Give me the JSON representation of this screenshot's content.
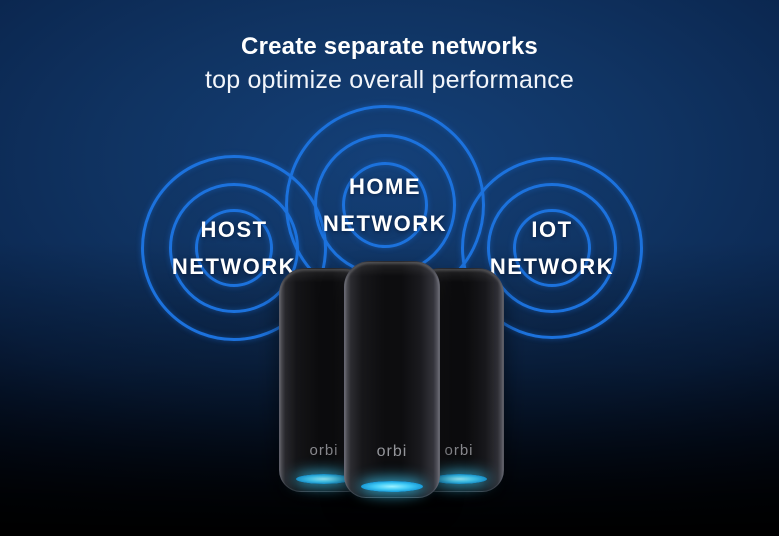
{
  "title": {
    "line1": "Create separate networks",
    "line2": "top optimize overall performance"
  },
  "networks": [
    {
      "id": "host-network",
      "line1": "HOST",
      "line2": "NETWORK"
    },
    {
      "id": "home-network",
      "line1": "HOME",
      "line2": "NETWORK"
    },
    {
      "id": "iot-network",
      "line1": "IOT",
      "line2": "NETWORK"
    }
  ],
  "device": {
    "brand": "orbi",
    "count": 3
  },
  "colors": {
    "ring_blue": "#1c72dd",
    "background_navy": "#0b2750",
    "background_core": "#144078",
    "glow_cyan": "#41cbf6",
    "text_white": "#ffffff",
    "brand_gray": "#94959a"
  }
}
